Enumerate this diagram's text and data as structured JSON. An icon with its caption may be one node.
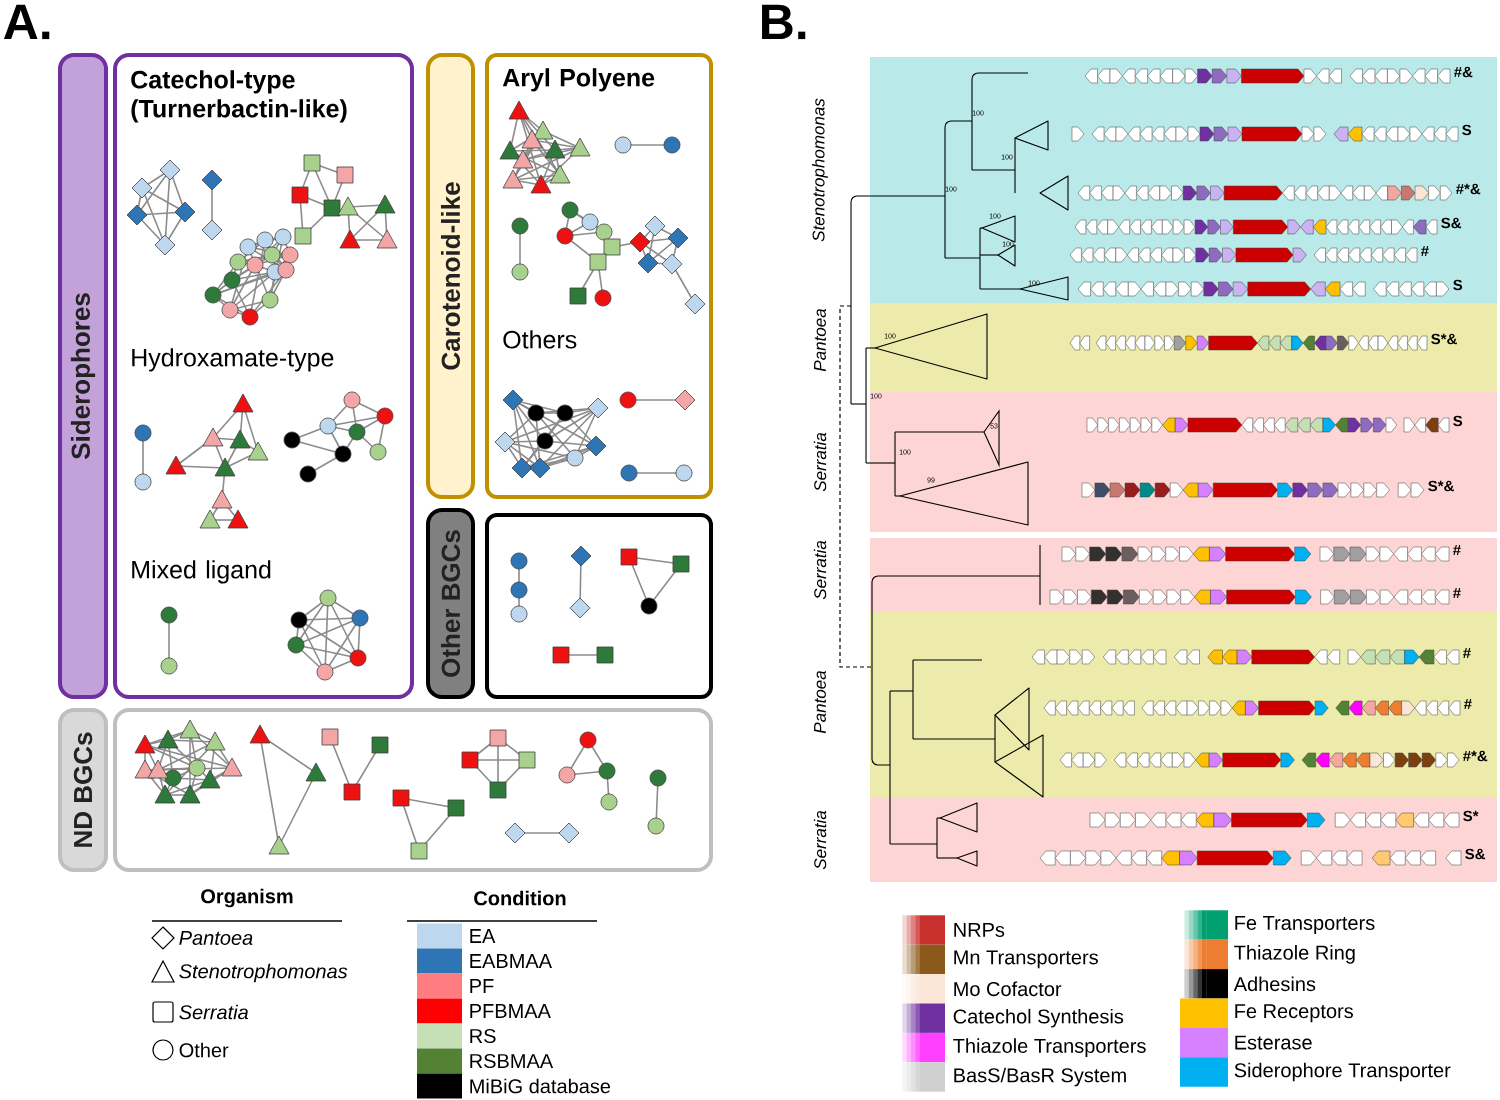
{
  "diagram": {
    "nodes": [
      {
        "text": [
          "Siderophores"
        ]
      },
      {
        "text": [
          "Catechol-type (Turnerbactin-like)",
          "Hydroxamate-type",
          "Mixed ligand"
        ]
      },
      {
        "text": [
          "Carotenoid-like"
        ]
      },
      {
        "text": [
          "Aryl Polyene",
          "Others"
        ]
      },
      {
        "text": [
          "Other BGCs"
        ]
      },
      {
        "text": [],
        "shape": "box"
      },
      {
        "text": [
          "ND BGCs"
        ]
      },
      {
        "text": [],
        "shape": "box"
      }
    ],
    "labels": [
      "A.",
      "Organism",
      "Condition",
      "B.",
      "Stenotrophomonas",
      "Pantoea",
      "Serratia",
      "Serratia",
      "Pantoea",
      "Serratia",
      "100",
      "100",
      "100",
      "100",
      "100",
      "100",
      "100",
      "100",
      "53",
      "100",
      "99",
      "#&",
      "S",
      "#*&",
      "S&",
      "#",
      "S",
      "S*&",
      "S",
      "S*&",
      "#",
      "#",
      "#",
      "#",
      "#*&",
      "S*",
      "S&"
    ],
    "legend": [
      {
        "text": "Pantoea"
      },
      {
        "text": "Stenotrophomonas"
      },
      {
        "text": "Serratia"
      },
      {
        "text": "Other"
      },
      {
        "text": "EA",
        "color": "#bdd7ee"
      },
      {
        "text": "EABMAA",
        "color": "#2e75b6"
      },
      {
        "text": "PF",
        "color": "#ff7c80"
      },
      {
        "text": "PFBMAA",
        "color": "#ff0000"
      },
      {
        "text": "RS",
        "color": "#c5e0b4"
      },
      {
        "text": "RSBMAA",
        "color": "#548235"
      },
      {
        "text": "MiBiG database",
        "color": "#000000"
      },
      {
        "text": "NRPs",
        "color": "#c8302e"
      },
      {
        "text": "Mn Transporters",
        "color": "#8b5a1a"
      },
      {
        "text": "Mo Cofactor",
        "color": "#fbe5d6"
      },
      {
        "text": "Catechol Synthesis",
        "color": "#7030a0"
      },
      {
        "text": "Thiazole Transporters",
        "color": "#ff40ff"
      },
      {
        "text": "BasS/BasR System",
        "color": "#cfcfcf"
      },
      {
        "text": "Fe Transporters",
        "color": "#00a070"
      },
      {
        "text": "Thiazole Ring",
        "color": "#ed7d31"
      },
      {
        "text": "Adhesins",
        "color": "#000000"
      },
      {
        "text": "Fe Receptors",
        "color": "#ffc000"
      },
      {
        "text": "Esterase",
        "color": "#d580ff"
      },
      {
        "text": "Siderophore Transporter",
        "color": "#00b0f0"
      }
    ]
  }
}
